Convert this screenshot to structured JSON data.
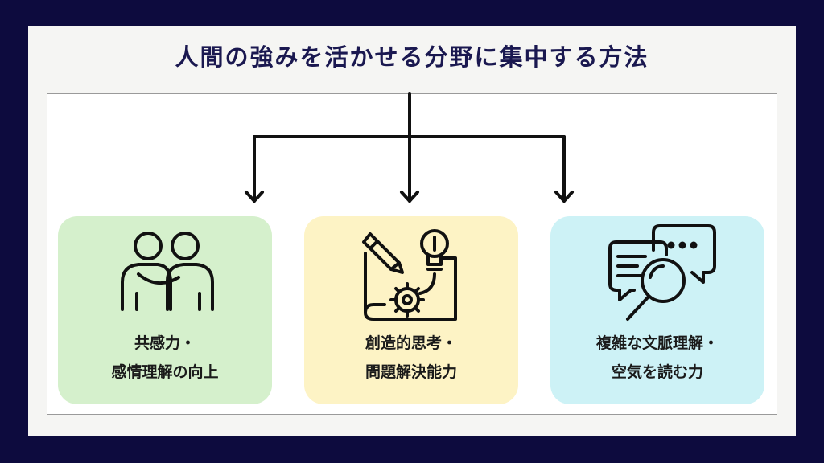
{
  "title": "人間の強みを活かせる分野に集中する方法",
  "colors": {
    "background": "#0d0b3e",
    "frame": "#f5f5f3",
    "title_text": "#1a1850",
    "card_empathy": "#d5f0cc",
    "card_creativity": "#fdf3c5",
    "card_context": "#cdf2f6"
  },
  "cards": [
    {
      "icon": "people-icon",
      "line1": "共感力・",
      "line2": "感情理解の向上"
    },
    {
      "icon": "idea-blueprint-icon",
      "line1": "創造的思考・",
      "line2": "問題解決能力"
    },
    {
      "icon": "speech-magnifier-icon",
      "line1": "複雑な文脈理解・",
      "line2": "空気を読む力"
    }
  ]
}
